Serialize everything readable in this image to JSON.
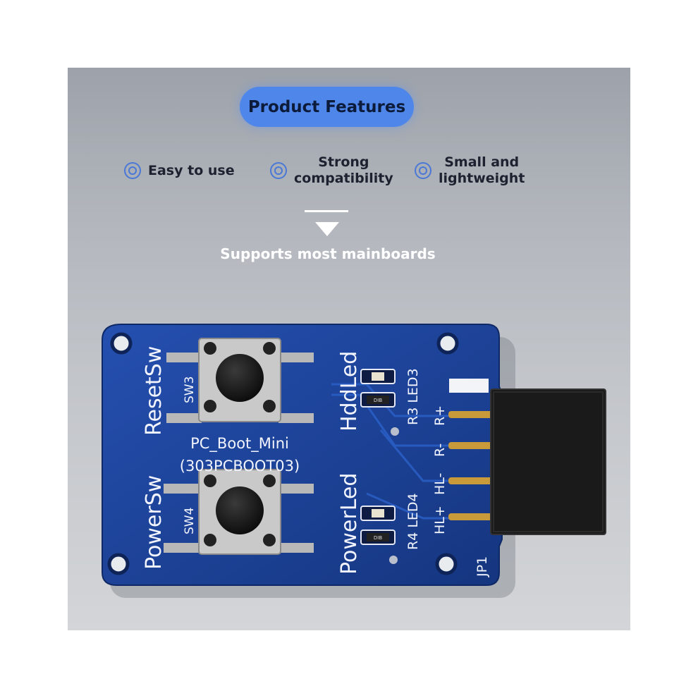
{
  "header": {
    "title": "Product Features"
  },
  "features": [
    {
      "label": "Easy to use",
      "icon": "target-ring-icon"
    },
    {
      "label": "Strong\ncompatibility",
      "icon": "target-ring-icon"
    },
    {
      "label": "Small and\nlightweight",
      "icon": "target-ring-icon"
    }
  ],
  "subtitle": "Supports most mainboards",
  "board": {
    "reset_label": "ResetSw",
    "power_label": "PowerSw",
    "sw3": "SW3",
    "sw4": "SW4",
    "name": "PC_Boot_Mini",
    "part": "(303PCBOOT03)",
    "hdd_label": "HddLed",
    "powerled_label": "PowerLed",
    "led3": "R3 LED3",
    "led4": "R4 LED4",
    "pins": [
      "R+",
      "R-",
      "HL-",
      "HL+"
    ],
    "jp1": "JP1",
    "led_part": "DIB"
  },
  "colors": {
    "accent": "#4f86ea",
    "pcb": "#1c3d8f",
    "header": "#1a1a1a",
    "pin": "#c89a3a"
  }
}
